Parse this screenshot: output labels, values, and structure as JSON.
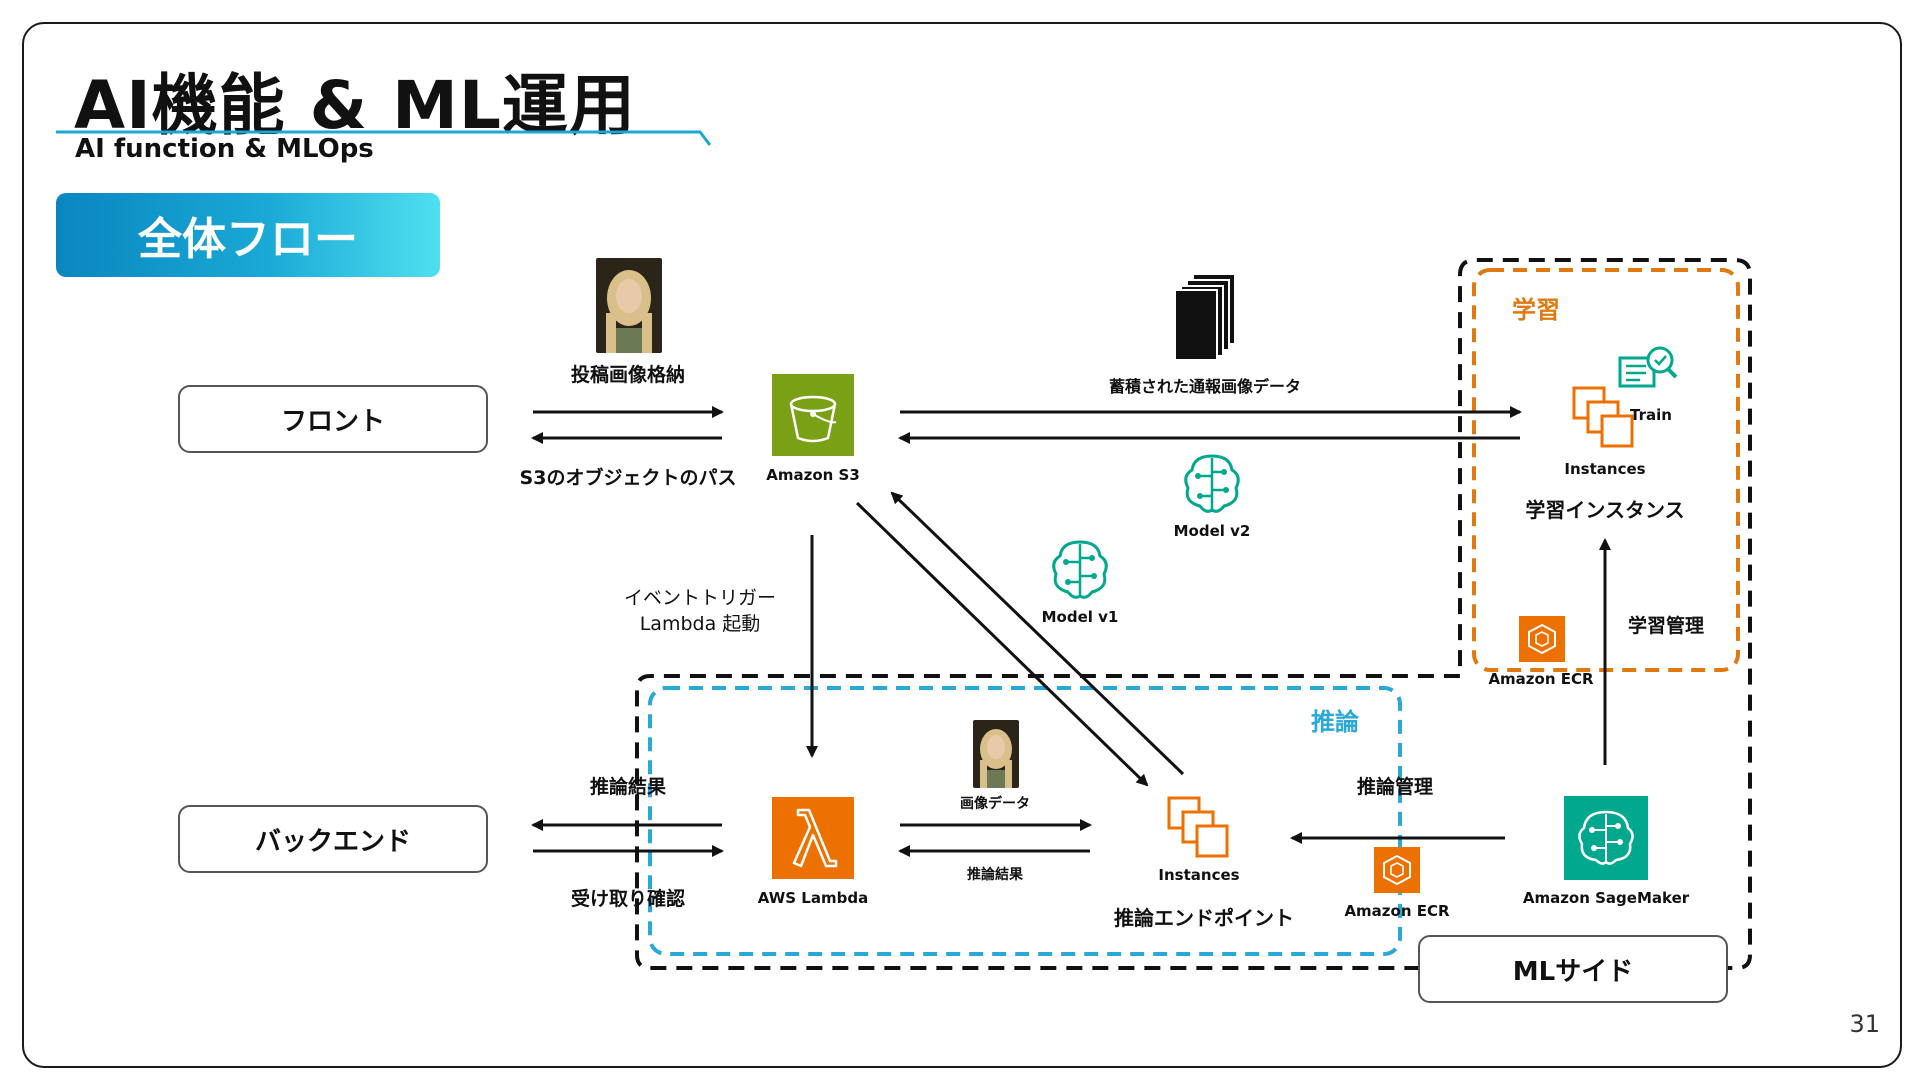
{
  "slide": {
    "title": "AI機能 & ML運用",
    "subtitle": "AI function & MLOps",
    "section": "全体フロー",
    "page_number": "31"
  },
  "nodes": {
    "front": "フロント",
    "backend": "バックエンド",
    "ml_side": "MLサイド",
    "s3": "Amazon S3",
    "lambda": "AWS Lambda",
    "sagemaker": "Amazon SageMaker",
    "ecr_training": "Amazon ECR",
    "ecr_inference": "Amazon ECR",
    "train_instances": "Instances",
    "train_label": "Train",
    "train_caption": "学習インスタンス",
    "inf_instances": "Instances",
    "inf_caption": "推論エンドポイント",
    "model_v1": "Model v1",
    "model_v2": "Model v2"
  },
  "groups": {
    "training": "学習",
    "inference": "推論"
  },
  "edges": {
    "post_image": "投稿画像格納",
    "s3_path": "S3のオブジェクトのパス",
    "stored_data": "蓄積された通報画像データ",
    "event_trigger_1": "イベントトリガー",
    "event_trigger_2": "Lambda 起動",
    "inference_result": "推論結果",
    "receipt_confirm": "受け取り確認",
    "image_data": "画像データ",
    "inference_result_small": "推論結果",
    "inference_mgmt": "推論管理",
    "training_mgmt": "学習管理"
  },
  "colors": {
    "s3": "#7aa116",
    "lambda": "#ed7100",
    "sagemaker": "#01a88d",
    "ecr": "#ed7100",
    "training_group": "#e07a10",
    "inference_group": "#2aa8d8",
    "header_gradient_start": "#0a86bf",
    "header_gradient_end": "#4fe0ef"
  }
}
